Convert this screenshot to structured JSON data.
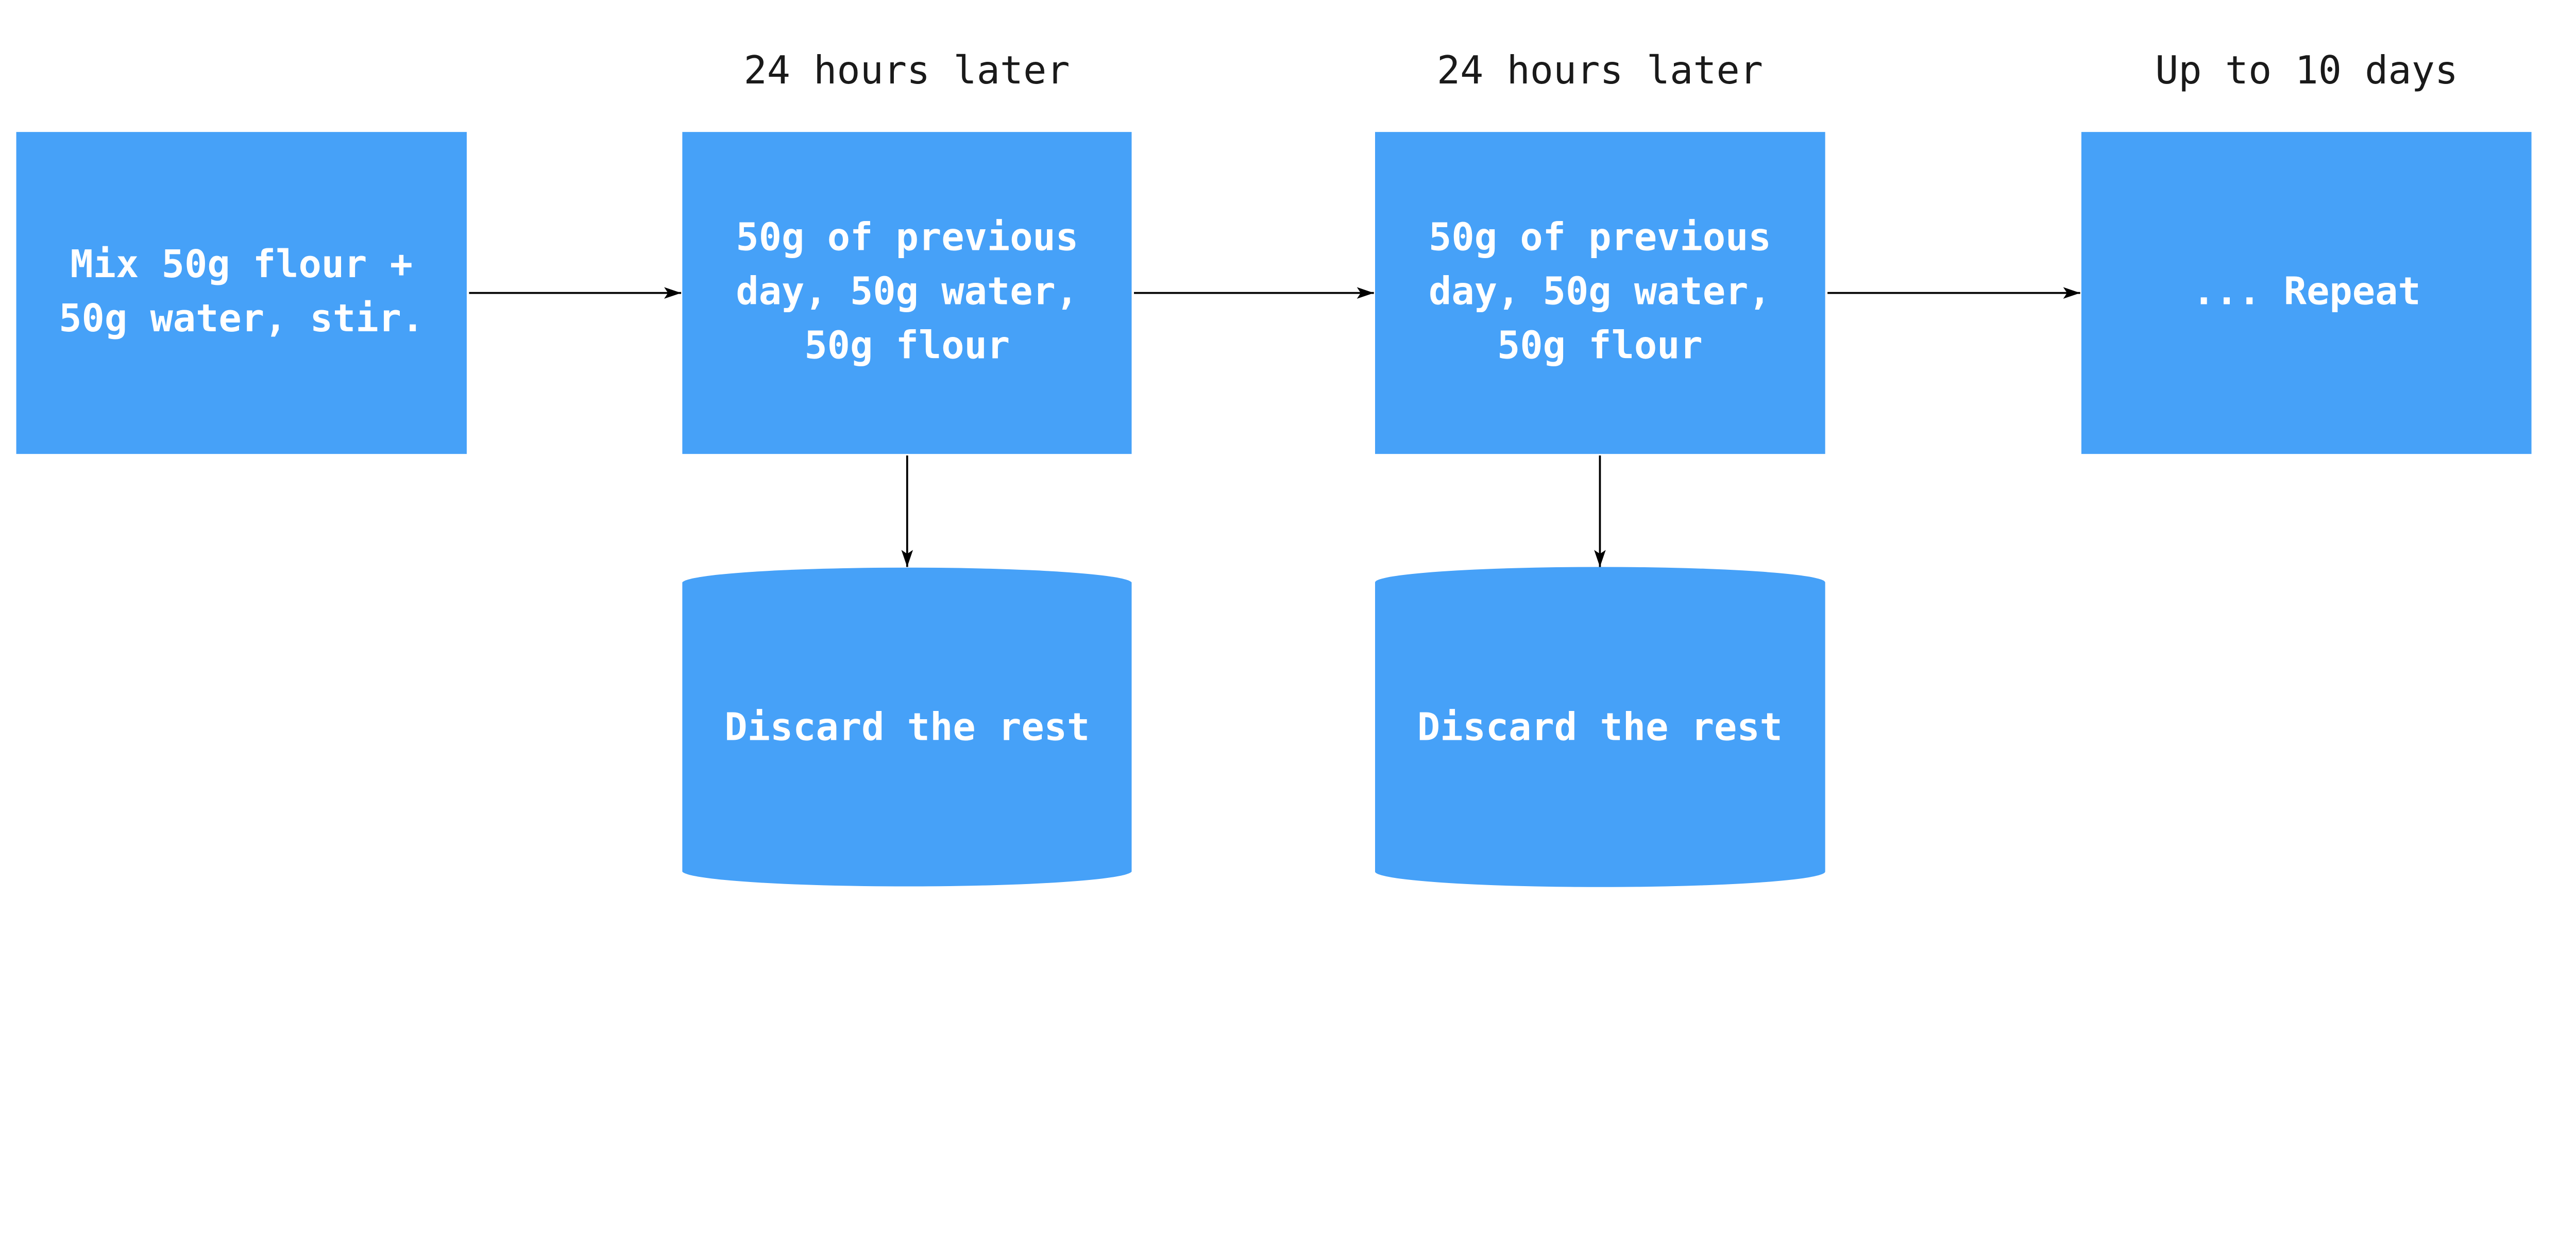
{
  "colors": {
    "node_fill": "#46A1F8",
    "node_text": "#ffffff",
    "edge": "#000000",
    "label": "#1a1a1a"
  },
  "labels": [
    "24 hours later",
    "24 hours later",
    "Up to 10 days"
  ],
  "nodes": [
    {
      "id": "mix",
      "shape": "rectangle",
      "lines": [
        "Mix 50g flour +",
        "50g water, stir."
      ]
    },
    {
      "id": "feed1",
      "shape": "rectangle",
      "lines": [
        "50g of previous",
        "day, 50g water,",
        "50g flour"
      ]
    },
    {
      "id": "feed2",
      "shape": "rectangle",
      "lines": [
        "50g of previous",
        "day, 50g water,",
        "50g flour"
      ]
    },
    {
      "id": "repeat",
      "shape": "rectangle",
      "lines": [
        "... Repeat"
      ]
    },
    {
      "id": "discard1",
      "shape": "cylinder",
      "lines": [
        "Discard the rest"
      ]
    },
    {
      "id": "discard2",
      "shape": "cylinder",
      "lines": [
        "Discard the rest"
      ]
    }
  ],
  "edges": [
    {
      "from": "mix",
      "to": "feed1"
    },
    {
      "from": "feed1",
      "to": "feed2"
    },
    {
      "from": "feed2",
      "to": "repeat"
    },
    {
      "from": "feed1",
      "to": "discard1"
    },
    {
      "from": "feed2",
      "to": "discard2"
    }
  ]
}
